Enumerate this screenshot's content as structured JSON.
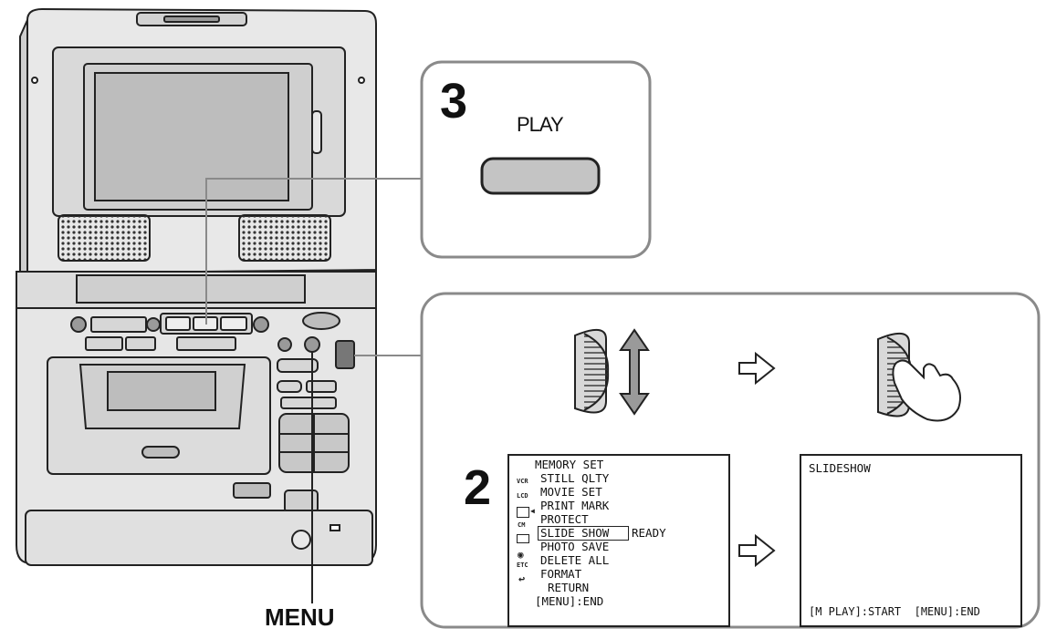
{
  "callout_play": {
    "step": "3",
    "button_label": "PLAY"
  },
  "callout_menu": {
    "label": "MENU"
  },
  "callout_dial": {
    "step": "2"
  },
  "menu_screen": {
    "header": "MEMORY SET",
    "items": [
      "STILL QLTY",
      "MOVIE SET",
      "PRINT MARK",
      "PROTECT",
      "SLIDE SHOW",
      "PHOTO SAVE",
      "DELETE ALL",
      "FORMAT",
      "RETURN"
    ],
    "selected_value": "READY",
    "footer": "[MENU]:END",
    "side_icons": [
      "VCR",
      "LCD",
      "CM",
      "ETC"
    ]
  },
  "slideshow_screen": {
    "title": "SLIDESHOW",
    "footer": "[M PLAY]:START  [MENU]:END"
  },
  "colors": {
    "line": "#222222",
    "device_body": "#e6e6e6",
    "device_dark": "#bdbdbd",
    "callout_border": "#8a8a8a",
    "button_fill": "#c4c4c4"
  }
}
